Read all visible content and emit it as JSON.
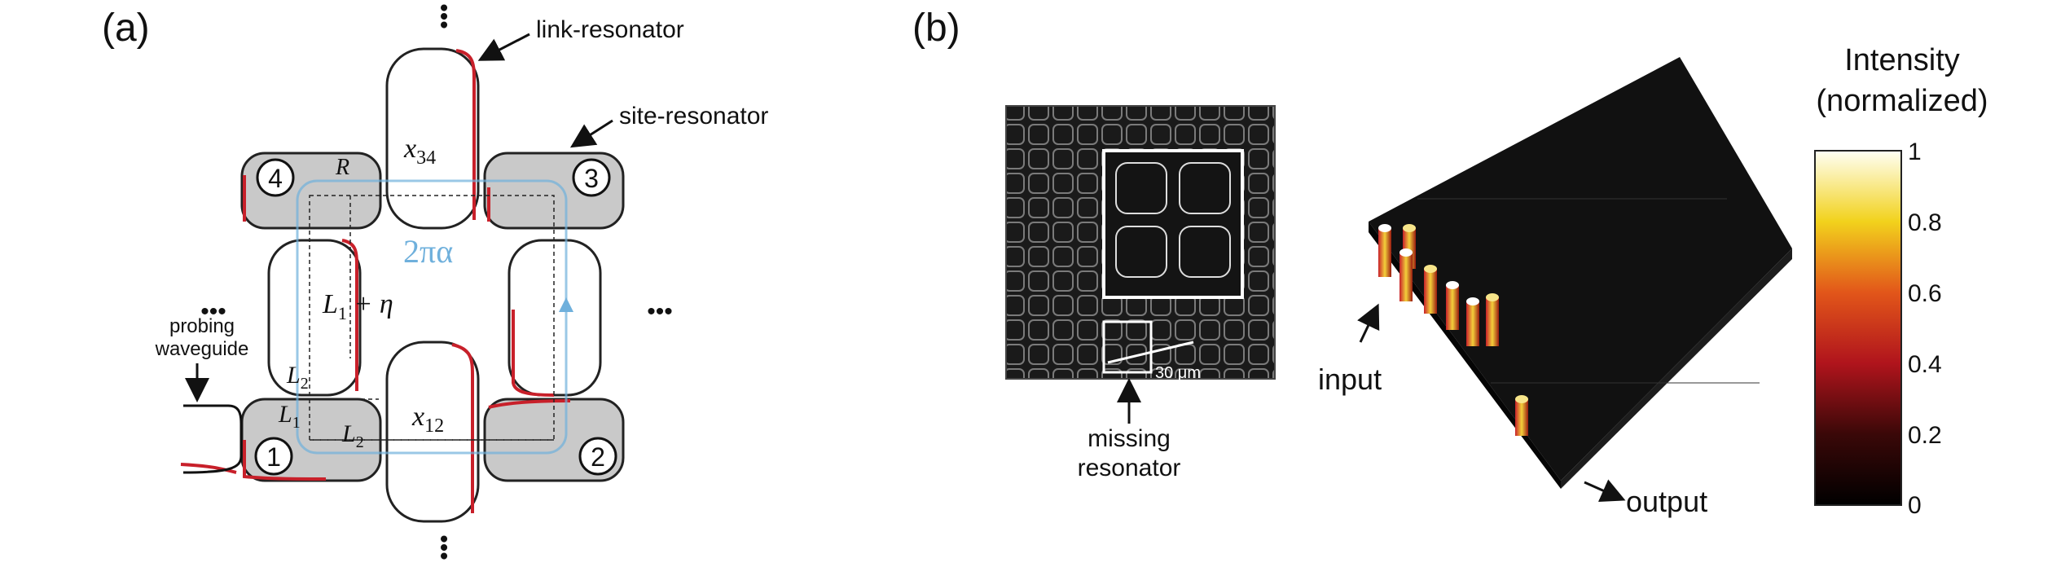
{
  "panel_a": {
    "label": "(a)",
    "link_resonator": "link-resonator",
    "site_resonator": "site-resonator",
    "probing_line1": "probing",
    "probing_line2": "waveguide",
    "site_numbers": [
      "1",
      "2",
      "3",
      "4"
    ],
    "phase": "2πα",
    "ellipsis": "•••",
    "math": {
      "R": "R",
      "x34": "x",
      "x34_sub": "34",
      "x12": "x",
      "x12_sub": "12",
      "L1_eta": "L",
      "L1_eta_sub": "1",
      "L1_eta_rest": " + η",
      "L2_top": "L",
      "L2_top_sub": "2",
      "L1_bottom": "L",
      "L1_bottom_sub": "1",
      "L2_side": "L",
      "L2_side_sub": "2"
    }
  },
  "panel_b": {
    "label": "(b)",
    "scale_bar": "30 μm",
    "missing_line1": "missing",
    "missing_line2": "resonator",
    "input": "input",
    "output": "output",
    "colorbar": {
      "title_line1": "Intensity",
      "title_line2": "(normalized)",
      "ticks": [
        "1",
        "0.8",
        "0.6",
        "0.4",
        "0.2",
        "0"
      ]
    }
  },
  "colors": {
    "resonator_fill": "#c9c9c9",
    "waveguide_red": "#c8202a",
    "phase_blue": "#6fb0dc",
    "plot_bg": "#0b0b0b"
  }
}
